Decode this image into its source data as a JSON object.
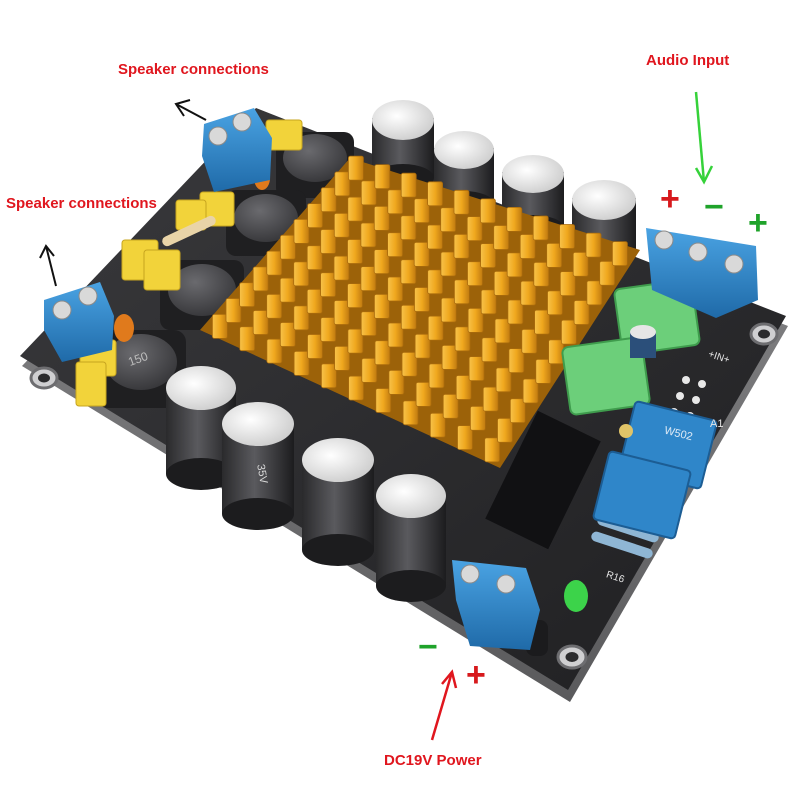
{
  "annotations": {
    "speaker_top": "Speaker connections",
    "speaker_left": "Speaker connections",
    "audio_input": "Audio Input",
    "dc_power": "DC19V Power"
  },
  "polarity": {
    "audio_plus_left": "+",
    "audio_minus": "−",
    "audio_plus_right": "+",
    "power_minus": "−",
    "power_plus": "+"
  },
  "colors": {
    "label_red": "#e0161e",
    "sign_red": "#d7191c",
    "sign_green": "#1fa32a",
    "arrow_green": "#36d23a",
    "arrow_red": "#e0161e",
    "arrow_black": "#111111",
    "pcb": "#2b2b2d",
    "heatsink": "#f0a81e",
    "terminal_blue": "#2f86c9",
    "capacitor_yellow": "#f2d33a",
    "film_cap_green": "#6ccf7a"
  },
  "components": {
    "inductor_value": "150",
    "capacitor_voltage": "35V",
    "trimmer_label": "W502",
    "header_label": "A1",
    "input_marking": "+IN+",
    "resistor_label": "R16"
  }
}
